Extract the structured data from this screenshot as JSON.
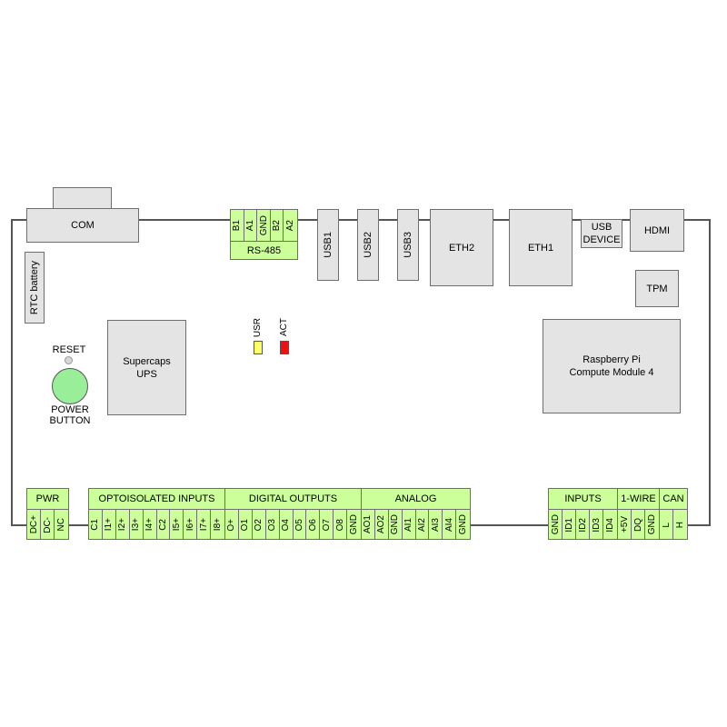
{
  "board": {
    "com": "COM",
    "rtc_battery": "RTC battery",
    "rs485": {
      "title": "RS-485",
      "pins": [
        "B1",
        "A1",
        "GND",
        "B2",
        "A2"
      ]
    },
    "usb1": "USB1",
    "usb2": "USB2",
    "usb3": "USB3",
    "eth2": "ETH2",
    "eth1": "ETH1",
    "usb_device": "USB\nDEVICE",
    "hdmi": "HDMI",
    "tpm": "TPM",
    "supercaps": "Supercaps\nUPS",
    "cm4": "Raspberry Pi\nCompute Module 4",
    "reset_label": "RESET",
    "power_button_label": "POWER\nBUTTON",
    "leds": [
      {
        "label": "USR",
        "color": "#ffff66"
      },
      {
        "label": "ACT",
        "color": "#ee1111"
      }
    ]
  },
  "connectors": {
    "pwr": {
      "title": "PWR",
      "pins": [
        "DC+",
        "DC-",
        "NC"
      ]
    },
    "opto": {
      "title": "OPTOISOLATED INPUTS",
      "pins": [
        "C1",
        "I1+",
        "I2+",
        "I3+",
        "I4+",
        "C2",
        "I5+",
        "I6+",
        "I7+",
        "I8+"
      ]
    },
    "digital": {
      "title": "DIGITAL OUTPUTS",
      "pins": [
        "O+",
        "O1",
        "O2",
        "O3",
        "O4",
        "O5",
        "O6",
        "O7",
        "O8",
        "GND"
      ]
    },
    "analog": {
      "title": "ANALOG",
      "pins": [
        "AO1",
        "AO2",
        "GND",
        "AI1",
        "AI2",
        "AI3",
        "AI4",
        "GND"
      ]
    },
    "inputs": {
      "title": "INPUTS",
      "pins": [
        "GND",
        "ID1",
        "ID2",
        "ID3",
        "ID4"
      ]
    },
    "onewire": {
      "title": "1-WIRE",
      "pins": [
        "+5V",
        "DQ",
        "GND"
      ]
    },
    "can": {
      "title": "CAN",
      "pins": [
        "L",
        "H"
      ]
    }
  }
}
